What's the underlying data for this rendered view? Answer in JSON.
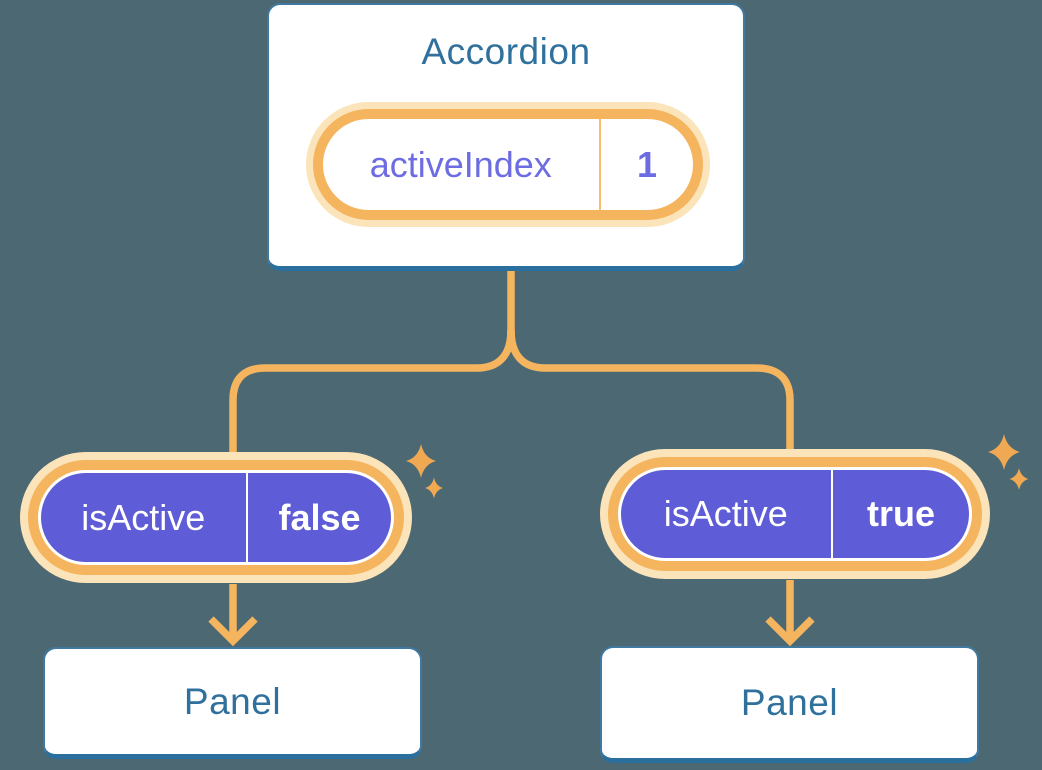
{
  "accordion": {
    "title": "Accordion",
    "state": {
      "name": "activeIndex",
      "value": "1"
    }
  },
  "children": [
    {
      "prop": {
        "name": "isActive",
        "value": "false"
      },
      "panel": "Panel"
    },
    {
      "prop": {
        "name": "isActive",
        "value": "true"
      },
      "panel": "Panel"
    }
  ],
  "icons": {
    "sparkle": "sparkle-icon",
    "down_arrow": "down-arrow-icon"
  },
  "colors": {
    "bg": "#4C6973",
    "card": "#FFFFFF",
    "card-border": "#40789F",
    "card-border-bottom": "#2B6F9E",
    "heading": "#2F709D",
    "line": "#F5B55F",
    "glow": "#FBE3BA",
    "sparkle": "#F0A852",
    "purple": "#5E5CD6",
    "purple-text": "#6E6CE2",
    "divider-orange": "#F6BC6A",
    "white-text": "#FFFFFF"
  }
}
